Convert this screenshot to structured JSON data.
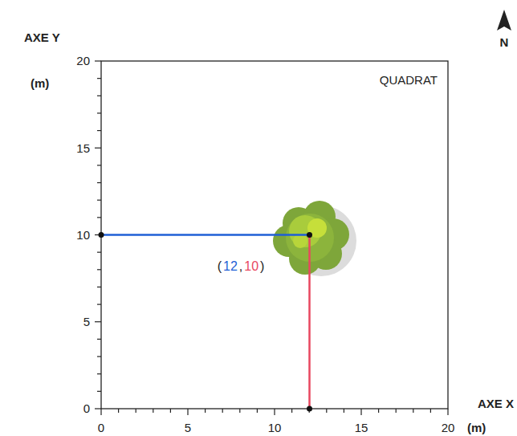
{
  "diagram": {
    "labels": [
      "AXE Y",
      "(m)",
      "20",
      "15",
      "10",
      "5",
      "0",
      "QUADRAT",
      "N",
      "(",
      "12",
      ",",
      "10",
      ")",
      "0",
      "5",
      "10",
      "15",
      "20",
      "AXE X",
      "(m)"
    ]
  }
}
